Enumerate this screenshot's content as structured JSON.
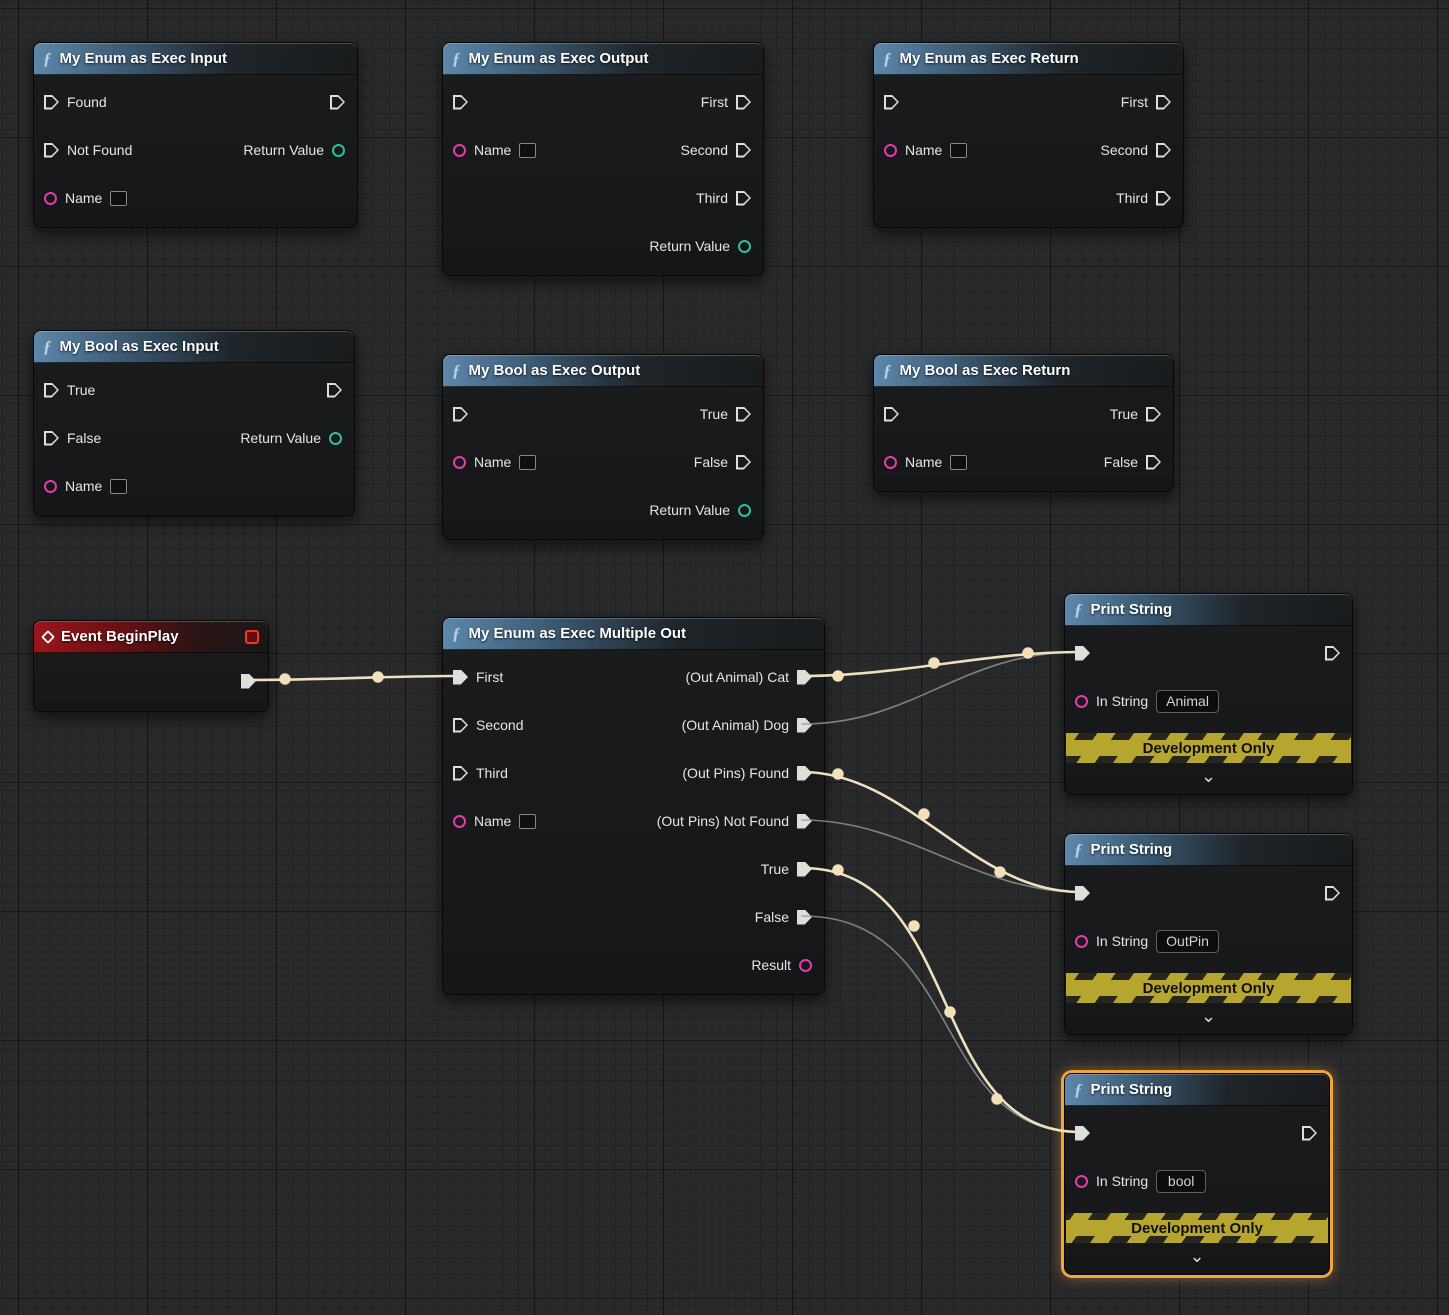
{
  "icons": {
    "function": "ƒ",
    "chevron": "⌄"
  },
  "colors": {
    "exec_wire_active": "#efe0bd",
    "exec_wire_inactive": "#93989a",
    "string_pin": "#e23bb0",
    "enum_pin": "#2fbf9a",
    "selection_outline": "#f0a63a",
    "function_header": "#5d87ab",
    "event_header": "#99161b",
    "banner_yellow": "#b6a52e"
  },
  "nodes": {
    "enumExecInput": {
      "title": "My Enum as Exec Input",
      "pins": {
        "found": "Found",
        "notFound": "Not Found",
        "name": "Name",
        "returnValue": "Return Value"
      }
    },
    "enumExecOutput": {
      "title": "My Enum as Exec Output",
      "pins": {
        "name": "Name",
        "first": "First",
        "second": "Second",
        "third": "Third",
        "returnValue": "Return Value"
      }
    },
    "enumExecReturn": {
      "title": "My Enum as Exec Return",
      "pins": {
        "name": "Name",
        "first": "First",
        "second": "Second",
        "third": "Third"
      }
    },
    "boolExecInput": {
      "title": "My Bool as Exec Input",
      "pins": {
        "trueIn": "True",
        "falseIn": "False",
        "name": "Name",
        "returnValue": "Return Value"
      }
    },
    "boolExecOutput": {
      "title": "My Bool as Exec Output",
      "pins": {
        "name": "Name",
        "trueOut": "True",
        "falseOut": "False",
        "returnValue": "Return Value"
      }
    },
    "boolExecReturn": {
      "title": "My Bool as Exec Return",
      "pins": {
        "name": "Name",
        "trueOut": "True",
        "falseOut": "False"
      }
    },
    "eventBeginPlay": {
      "title": "Event BeginPlay"
    },
    "multipleOut": {
      "title": "My Enum as Exec Multiple Out",
      "pins": {
        "first": "First",
        "second": "Second",
        "third": "Third",
        "name": "Name",
        "outAnimalCat": "(Out Animal) Cat",
        "outAnimalDog": "(Out Animal) Dog",
        "outPinsFound": "(Out Pins) Found",
        "outPinsNotFound": "(Out Pins) Not Found",
        "trueOut": "True",
        "falseOut": "False",
        "result": "Result"
      }
    },
    "printString1": {
      "title": "Print String",
      "pins": {
        "inString": "In String"
      },
      "value": "Animal",
      "banner": "Development Only"
    },
    "printString2": {
      "title": "Print String",
      "pins": {
        "inString": "In String"
      },
      "value": "OutPin",
      "banner": "Development Only"
    },
    "printString3": {
      "title": "Print String",
      "pins": {
        "inString": "In String"
      },
      "value": "bool",
      "banner": "Development Only"
    }
  }
}
